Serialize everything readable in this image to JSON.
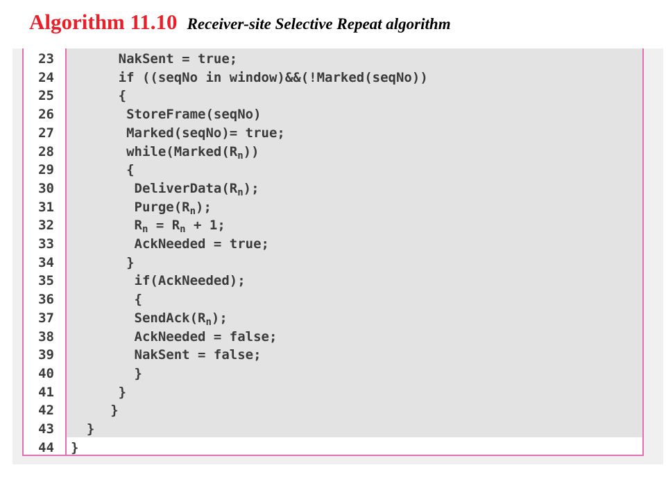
{
  "title": {
    "main": "Algorithm 11.10",
    "subtitle": "Receiver-site Selective Repeat algorithm"
  },
  "code": {
    "lines": [
      {
        "num": "23",
        "segments": [
          {
            "t": "      NakSent = true;"
          }
        ]
      },
      {
        "num": "24",
        "segments": [
          {
            "t": "      if ((seqNo in window)&&(!Marked(seqNo))"
          }
        ]
      },
      {
        "num": "25",
        "segments": [
          {
            "t": "      {"
          }
        ]
      },
      {
        "num": "26",
        "segments": [
          {
            "t": "       StoreFrame(seqNo)"
          }
        ]
      },
      {
        "num": "27",
        "segments": [
          {
            "t": "       Marked(seqNo)= true;"
          }
        ]
      },
      {
        "num": "28",
        "segments": [
          {
            "t": "       while(Marked(R"
          },
          {
            "sub": "n"
          },
          {
            "t": "))"
          }
        ]
      },
      {
        "num": "29",
        "segments": [
          {
            "t": "       {"
          }
        ]
      },
      {
        "num": "30",
        "segments": [
          {
            "t": "        DeliverData(R"
          },
          {
            "sub": "n"
          },
          {
            "t": ");"
          }
        ]
      },
      {
        "num": "31",
        "segments": [
          {
            "t": "        Purge(R"
          },
          {
            "sub": "n"
          },
          {
            "t": ");"
          }
        ]
      },
      {
        "num": "32",
        "segments": [
          {
            "t": "        R"
          },
          {
            "sub": "n"
          },
          {
            "t": " = R"
          },
          {
            "sub": "n"
          },
          {
            "t": " + 1;"
          }
        ]
      },
      {
        "num": "33",
        "segments": [
          {
            "t": "        AckNeeded = true;"
          }
        ]
      },
      {
        "num": "34",
        "segments": [
          {
            "t": "       }"
          }
        ]
      },
      {
        "num": "35",
        "segments": [
          {
            "t": "        if(AckNeeded);"
          }
        ]
      },
      {
        "num": "36",
        "segments": [
          {
            "t": "        {"
          }
        ]
      },
      {
        "num": "37",
        "segments": [
          {
            "t": "        SendAck(R"
          },
          {
            "sub": "n"
          },
          {
            "t": ");"
          }
        ]
      },
      {
        "num": "38",
        "segments": [
          {
            "t": "        AckNeeded = false;"
          }
        ]
      },
      {
        "num": "39",
        "segments": [
          {
            "t": "        NakSent = false;"
          }
        ]
      },
      {
        "num": "40",
        "segments": [
          {
            "t": "        }"
          }
        ]
      },
      {
        "num": "41",
        "segments": [
          {
            "t": "      }"
          }
        ]
      },
      {
        "num": "42",
        "segments": [
          {
            "t": "     }"
          }
        ]
      },
      {
        "num": "43",
        "segments": [
          {
            "t": "  }"
          }
        ]
      },
      {
        "num": "44",
        "segments": [
          {
            "t": "}"
          }
        ]
      }
    ]
  },
  "colors": {
    "title_accent": "#e8202a",
    "frame_border": "#e46db0",
    "code_background": "#e3e3e3",
    "code_text": "#3a3a3a"
  }
}
